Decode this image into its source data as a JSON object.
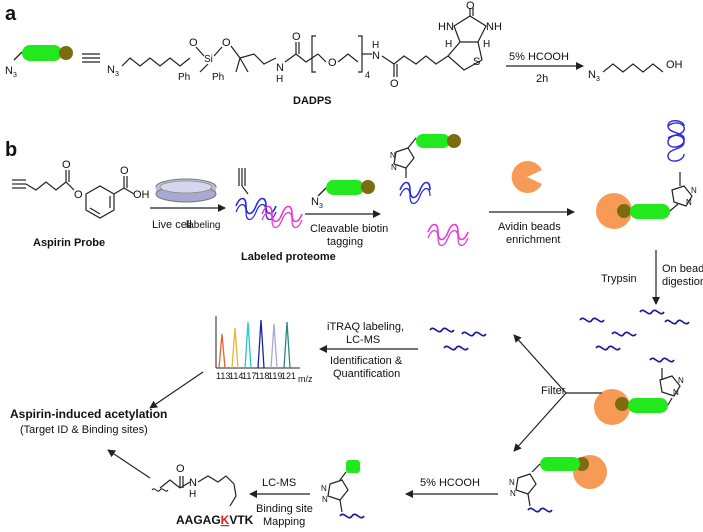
{
  "panel_a": {
    "label": "a",
    "linker_name": "DADPS",
    "azide": "N",
    "azide_sub": "3",
    "ph1": "Ph",
    "ph2": "Ph",
    "o1": "O",
    "o2": "O",
    "si": "Si",
    "nh1": "N",
    "nh1_h": "H",
    "o_amide1": "O",
    "peg_o": "O",
    "peg_n": "4",
    "nh2": "N",
    "nh2_h": "H",
    "o_amide2": "O",
    "biotin_hn1": "HN",
    "biotin_nh2": "NH",
    "biotin_o": "O",
    "biotin_h1": "H",
    "biotin_h2": "H",
    "biotin_s": "S",
    "reagent": "5% HCOOH",
    "time": "2h",
    "product_azide": "N",
    "product_azide_sub": "3",
    "product_oh": "OH"
  },
  "panel_b": {
    "label": "b",
    "probe_name": "Aspirin Probe",
    "probe_o1": "O",
    "probe_o2": "O",
    "probe_o3": "O",
    "probe_oh": "OH",
    "step_live_cell_a": "Live cell",
    "step_live_cell_b": "labeling",
    "labeled_proteome": "Labeled proteome",
    "click_azide": "N",
    "click_azide_sub": "3",
    "step_click_1": "Cleavable biotin",
    "step_click_2": "tagging",
    "step_avidin_1": "Avidin beads",
    "step_avidin_2": "enrichment",
    "step_trypsin": "Trypsin",
    "step_digest_1": "On beads",
    "step_digest_2": "digestion",
    "filter": "Filter",
    "step_itraq_1": "iTRAQ labeling,",
    "step_itraq_2": "LC-MS",
    "step_idq_1": "Identification &",
    "step_idq_2": "Quantification",
    "ms_ticks": [
      "113",
      "114",
      "117",
      "118",
      "119",
      "121"
    ],
    "ms_unit": "m/z",
    "ms_colors": [
      "#e8602a",
      "#e8b43a",
      "#27c3cf",
      "#1a22a8",
      "#a8a8d8",
      "#2a8a7a"
    ],
    "result_title": "Aspirin-induced acetylation",
    "result_sub": "(Target ID & Binding sites)",
    "step_hcooh": "5% HCOOH",
    "step_lcms": "LC-MS",
    "step_site_1": "Binding site",
    "step_site_2": "Mapping",
    "peptide_pre": "AAGAG",
    "peptide_site": "K",
    "peptide_post": "VTK",
    "peptide_o": "O",
    "peptide_n": "N",
    "peptide_h": "H",
    "triazole_n": "N"
  },
  "colors": {
    "tag_green": "#22e81e",
    "tag_olive": "#7d6b11",
    "bead_orange": "#f79a55",
    "helix_blue": "#2a2ae0",
    "helix_pink": "#e53ad8",
    "peptide_navy": "#17179a",
    "site_red": "#e02020"
  }
}
